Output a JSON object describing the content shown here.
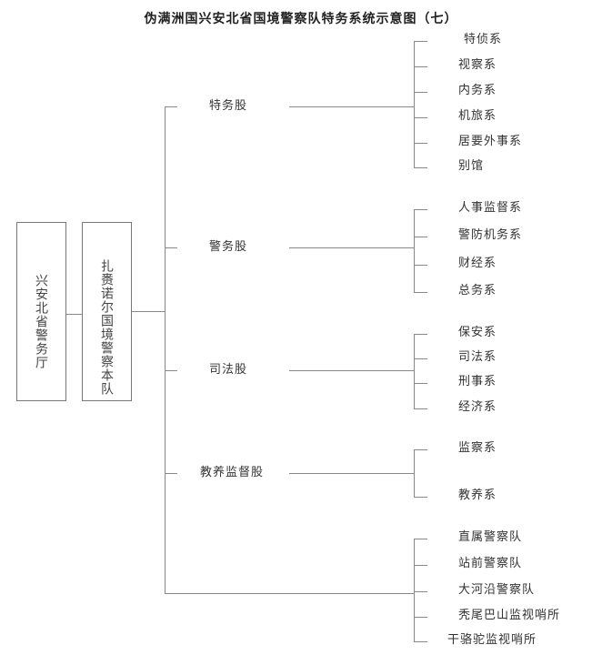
{
  "title": "伪满洲国兴安北省国境警察队特务系统示意图（七）",
  "root": "兴安北省警务厅",
  "level2": "扎赉诺尔国境警察本队",
  "sections": [
    {
      "name": "特务股",
      "items": [
        "特侦系",
        "视察系",
        "内务系",
        "机旅系",
        "居要外事系",
        "别馆"
      ]
    },
    {
      "name": "警务股",
      "items": [
        "人事监督系",
        "警防机务系",
        "财经系",
        "总务系"
      ]
    },
    {
      "name": "司法股",
      "items": [
        "保安系",
        "司法系",
        "刑事系",
        "经济系"
      ]
    },
    {
      "name": "教养监督股",
      "items": [
        "监察系",
        "教养系"
      ]
    },
    {
      "name": "",
      "items": [
        "直属警察队",
        "站前警察队",
        "大河沿警察队",
        "秃尾巴山监视哨所",
        "干骆驼监视哨所"
      ]
    }
  ]
}
